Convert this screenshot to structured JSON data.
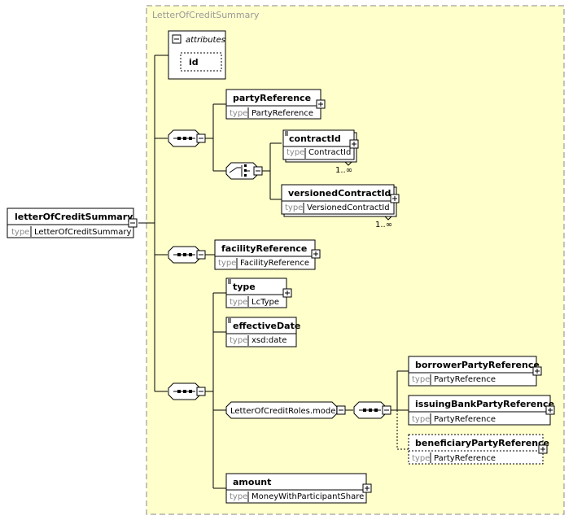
{
  "group": {
    "title": "LetterOfCreditSummary"
  },
  "root": {
    "name": "letterOfCreditSummary",
    "type_keyword": "type",
    "type": "LetterOfCreditSummary"
  },
  "attributes": {
    "label": "attributes",
    "items": [
      "id"
    ]
  },
  "elements": {
    "partyReference": {
      "name": "partyReference",
      "type": "PartyReference"
    },
    "contractId": {
      "name": "contractId",
      "type": "ContractId",
      "cardinality": "1..∞"
    },
    "versionedContractId": {
      "name": "versionedContractId",
      "type": "VersionedContractId",
      "cardinality": "1..∞"
    },
    "facilityReference": {
      "name": "facilityReference",
      "type": "FacilityReference"
    },
    "type": {
      "name": "type",
      "type": "LcType"
    },
    "effectiveDate": {
      "name": "effectiveDate",
      "type": "xsd:date"
    },
    "rolesModel": {
      "name": "LetterOfCreditRoles.model"
    },
    "borrowerPartyReference": {
      "name": "borrowerPartyReference",
      "type": "PartyReference"
    },
    "issuingBankPartyReference": {
      "name": "issuingBankPartyReference",
      "type": "PartyReference"
    },
    "beneficiaryPartyReference": {
      "name": "beneficiaryPartyReference",
      "type": "PartyReference"
    },
    "amount": {
      "name": "amount",
      "type": "MoneyWithParticipantShare"
    }
  },
  "type_keyword": "type",
  "colors": {
    "group_fill": "#ffffcc",
    "box_fill": "#ffffff",
    "border": "#000000",
    "dash": "#888888"
  }
}
